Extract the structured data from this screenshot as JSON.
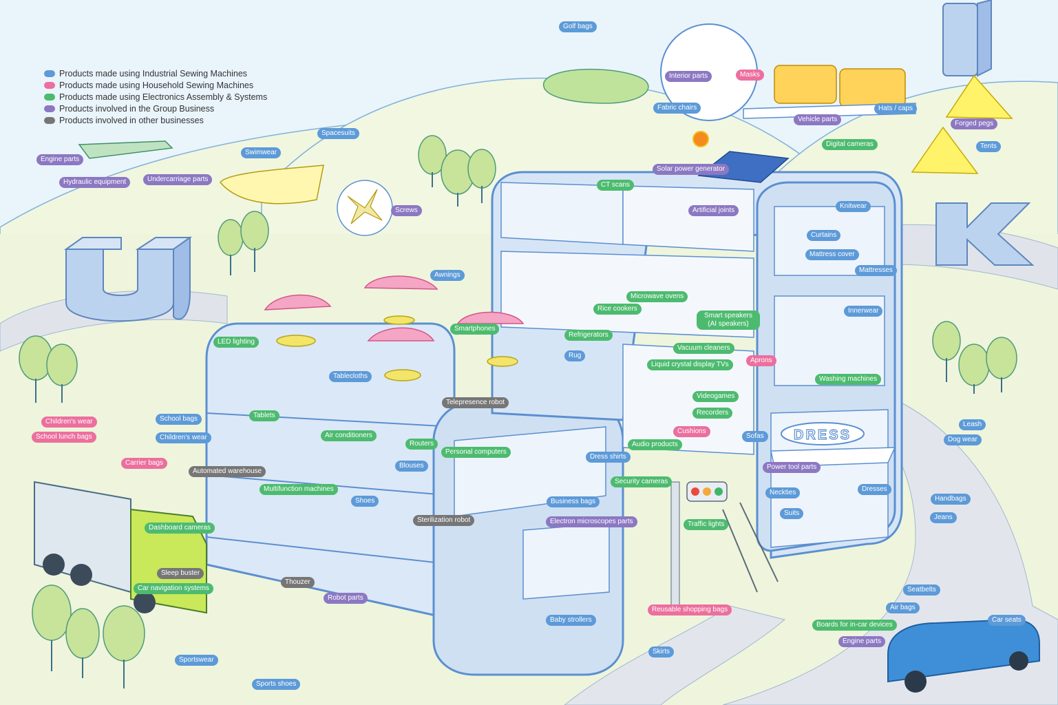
{
  "colors": {
    "industrial": "#5d9ad8",
    "household": "#ec6f9e",
    "electronics": "#4dbb6f",
    "group": "#8c78c2",
    "other": "#767676"
  },
  "legend": [
    {
      "key": "industrial",
      "label": "Products made using Industrial Sewing Machines"
    },
    {
      "key": "household",
      "label": "Products made using Household Sewing Machines"
    },
    {
      "key": "electronics",
      "label": "Products made using Electronics Assembly & Systems"
    },
    {
      "key": "group",
      "label": "Products involved in the Group Business"
    },
    {
      "key": "other",
      "label": "Products involved in other businesses"
    }
  ],
  "sign_text": "DRESS",
  "labels": [
    {
      "text": "Golf bags",
      "cat": "industrial"
    },
    {
      "text": "Interior parts",
      "cat": "group"
    },
    {
      "text": "Masks",
      "cat": "household"
    },
    {
      "text": "Fabric chairs",
      "cat": "industrial"
    },
    {
      "text": "Vehicle parts",
      "cat": "group"
    },
    {
      "text": "Hats / caps",
      "cat": "industrial"
    },
    {
      "text": "Forged pegs",
      "cat": "group"
    },
    {
      "text": "Digital cameras",
      "cat": "electronics"
    },
    {
      "text": "Tents",
      "cat": "industrial"
    },
    {
      "text": "Spacesuits",
      "cat": "industrial"
    },
    {
      "text": "Engine parts",
      "cat": "group"
    },
    {
      "text": "Hydraulic equipment",
      "cat": "group"
    },
    {
      "text": "Undercarriage parts",
      "cat": "group"
    },
    {
      "text": "Swimwear",
      "cat": "industrial"
    },
    {
      "text": "Screws",
      "cat": "group"
    },
    {
      "text": "Solar power generator",
      "cat": "group"
    },
    {
      "text": "CT scans",
      "cat": "electronics"
    },
    {
      "text": "Artificial joints",
      "cat": "group"
    },
    {
      "text": "Knitwear",
      "cat": "industrial"
    },
    {
      "text": "Curtains",
      "cat": "industrial"
    },
    {
      "text": "Mattress cover",
      "cat": "industrial"
    },
    {
      "text": "Mattresses",
      "cat": "industrial"
    },
    {
      "text": "Awnings",
      "cat": "industrial"
    },
    {
      "text": "Microwave ovens",
      "cat": "electronics"
    },
    {
      "text": "Rice cookers",
      "cat": "electronics"
    },
    {
      "text": "Smart speakers (AI speakers)",
      "cat": "electronics"
    },
    {
      "text": "Innerwear",
      "cat": "industrial"
    },
    {
      "text": "Smartphones",
      "cat": "electronics"
    },
    {
      "text": "Refrigerators",
      "cat": "electronics"
    },
    {
      "text": "LED lighting",
      "cat": "electronics"
    },
    {
      "text": "Vacuum cleaners",
      "cat": "electronics"
    },
    {
      "text": "Rug",
      "cat": "industrial"
    },
    {
      "text": "Liquid crystal display TVs",
      "cat": "electronics"
    },
    {
      "text": "Aprons",
      "cat": "household"
    },
    {
      "text": "Tablecloths",
      "cat": "industrial"
    },
    {
      "text": "Washing machines",
      "cat": "electronics"
    },
    {
      "text": "Telepresence robot",
      "cat": "other"
    },
    {
      "text": "Videogames",
      "cat": "electronics"
    },
    {
      "text": "Recorders",
      "cat": "electronics"
    },
    {
      "text": "Tablets",
      "cat": "electronics"
    },
    {
      "text": "Children's wear",
      "cat": "household"
    },
    {
      "text": "School bags",
      "cat": "industrial"
    },
    {
      "text": "School lunch bags",
      "cat": "household"
    },
    {
      "text": "Children's wear",
      "cat": "industrial"
    },
    {
      "text": "Cushions",
      "cat": "household"
    },
    {
      "text": "Air conditioners",
      "cat": "electronics"
    },
    {
      "text": "Routers",
      "cat": "electronics"
    },
    {
      "text": "Sofas",
      "cat": "industrial"
    },
    {
      "text": "Audio products",
      "cat": "electronics"
    },
    {
      "text": "Leash",
      "cat": "industrial"
    },
    {
      "text": "Dog wear",
      "cat": "industrial"
    },
    {
      "text": "Personal computers",
      "cat": "electronics"
    },
    {
      "text": "Carrier bags",
      "cat": "household"
    },
    {
      "text": "Dress shirts",
      "cat": "industrial"
    },
    {
      "text": "Automated warehouse",
      "cat": "other"
    },
    {
      "text": "Blouses",
      "cat": "industrial"
    },
    {
      "text": "Power tool parts",
      "cat": "group"
    },
    {
      "text": "Security cameras",
      "cat": "electronics"
    },
    {
      "text": "Multifunction machines",
      "cat": "electronics"
    },
    {
      "text": "Dresses",
      "cat": "industrial"
    },
    {
      "text": "Neckties",
      "cat": "industrial"
    },
    {
      "text": "Shoes",
      "cat": "industrial"
    },
    {
      "text": "Business bags",
      "cat": "industrial"
    },
    {
      "text": "Handbags",
      "cat": "industrial"
    },
    {
      "text": "Suits",
      "cat": "industrial"
    },
    {
      "text": "Sterilization robot",
      "cat": "other"
    },
    {
      "text": "Jeans",
      "cat": "industrial"
    },
    {
      "text": "Electron microscopes parts",
      "cat": "group"
    },
    {
      "text": "Dashboard cameras",
      "cat": "electronics"
    },
    {
      "text": "Traffic lights",
      "cat": "electronics"
    },
    {
      "text": "Sleep buster",
      "cat": "other"
    },
    {
      "text": "Thouzer",
      "cat": "other"
    },
    {
      "text": "Car navigation systems",
      "cat": "electronics"
    },
    {
      "text": "Robot parts",
      "cat": "group"
    },
    {
      "text": "Seatbelts",
      "cat": "industrial"
    },
    {
      "text": "Reusable shopping bags",
      "cat": "household"
    },
    {
      "text": "Air bags",
      "cat": "industrial"
    },
    {
      "text": "Baby strollers",
      "cat": "industrial"
    },
    {
      "text": "Car seats",
      "cat": "industrial"
    },
    {
      "text": "Boards for in-car devices",
      "cat": "electronics"
    },
    {
      "text": "Engine parts",
      "cat": "group"
    },
    {
      "text": "Skirts",
      "cat": "industrial"
    },
    {
      "text": "Sportswear",
      "cat": "industrial"
    },
    {
      "text": "Sports shoes",
      "cat": "industrial"
    }
  ]
}
